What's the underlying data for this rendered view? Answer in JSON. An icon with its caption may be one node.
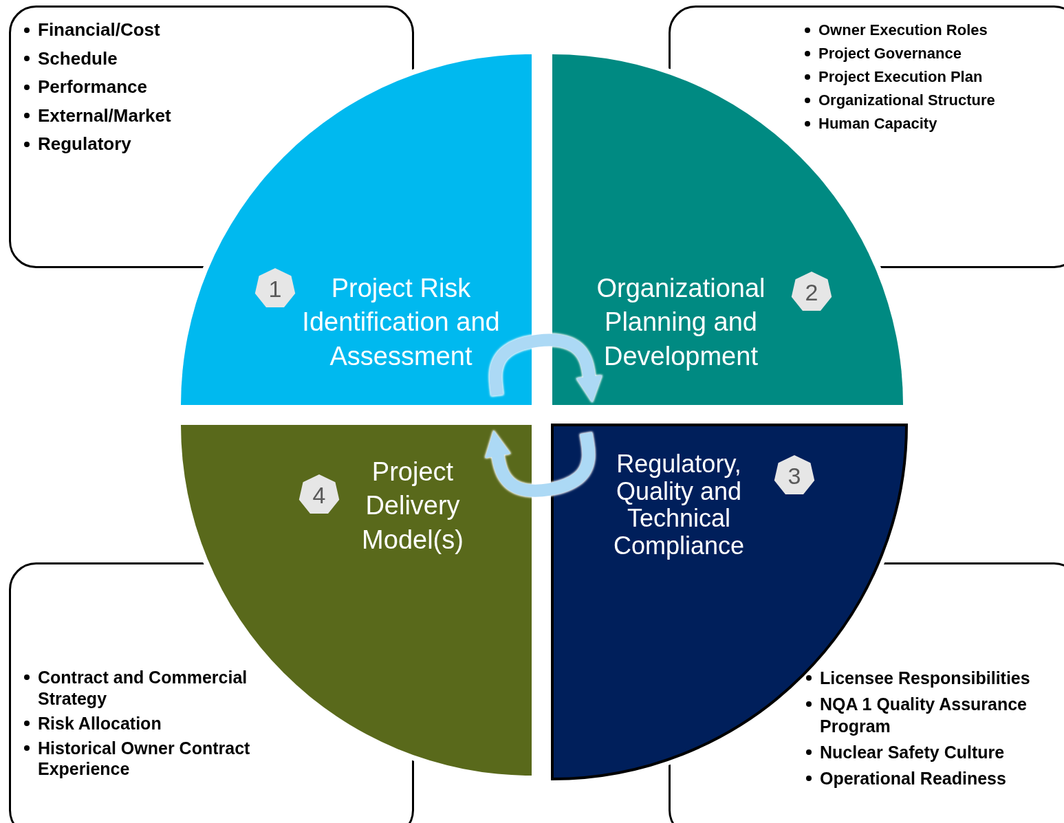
{
  "diagram": {
    "nodes": [
      {
        "text": [
          "Financial/Cost",
          "Schedule",
          "Performance",
          "External/Market",
          "Regulatory"
        ]
      },
      {
        "text": [
          "Owner Execution Roles",
          "Project Governance",
          "Project Execution Plan",
          "Organizational Structure",
          "Human Capacity"
        ]
      },
      {
        "text": [
          "Project Risk Identification and Assessment"
        ]
      },
      {
        "text": [
          "1"
        ],
        "in": 2
      },
      {
        "text": [
          "Organizational Planning and Development"
        ]
      },
      {
        "text": [
          "2"
        ],
        "in": 4
      },
      {
        "text": [
          "Project Delivery Model(s)"
        ]
      },
      {
        "text": [
          "4"
        ],
        "in": 6
      },
      {
        "text": [
          "Regulatory, Quality and Technical Compliance"
        ]
      },
      {
        "text": [
          "3"
        ],
        "in": 8
      },
      {
        "text": [
          "Contract and Commercial Strategy",
          "Risk Allocation",
          "Historical Owner Contract Experience"
        ]
      },
      {
        "text": [
          "Licensee Responsibilities",
          "NQA 1 Quality Assurance Program",
          "Nuclear Safety Culture",
          "Operational Readiness"
        ]
      }
    ],
    "edges": [
      {
        "from": 2,
        "to": 4,
        "arrow": "to"
      },
      {
        "from": 8,
        "to": 6,
        "arrow": "to"
      }
    ]
  }
}
